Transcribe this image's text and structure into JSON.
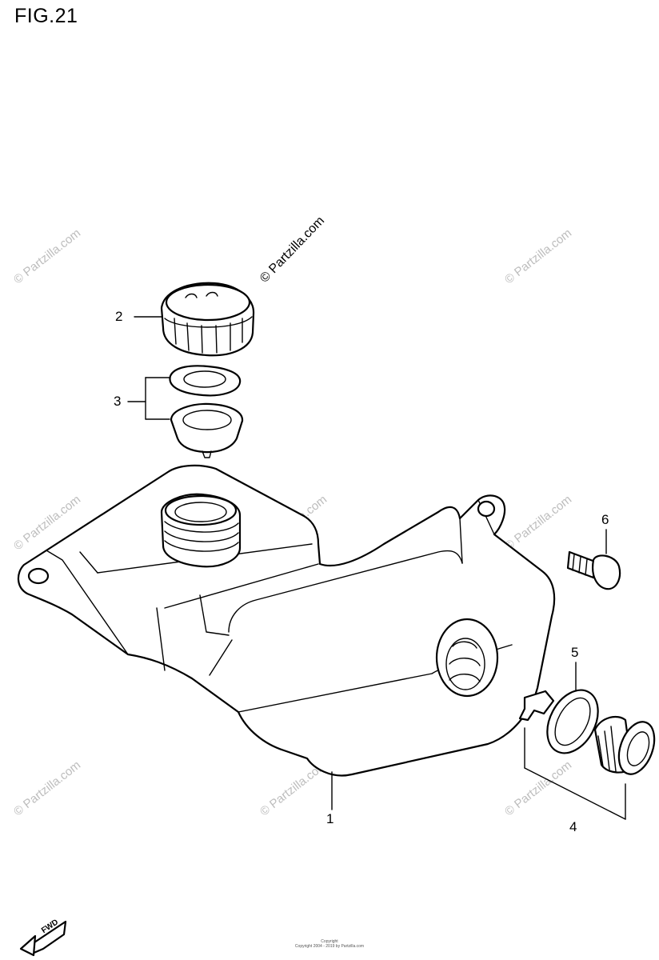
{
  "figure": {
    "title": "FIG.21"
  },
  "callouts": [
    {
      "id": "1",
      "label": "1"
    },
    {
      "id": "2",
      "label": "2"
    },
    {
      "id": "3",
      "label": "3"
    },
    {
      "id": "4",
      "label": "4"
    },
    {
      "id": "5",
      "label": "5"
    },
    {
      "id": "6",
      "label": "6"
    }
  ],
  "watermark": {
    "text": "© Partzilla.com"
  },
  "fwd_marker": {
    "label": "FWD"
  },
  "footer": {
    "line1": "Copyright",
    "line2": "Copyright 2004 - 2019 by Partzilla.com"
  }
}
